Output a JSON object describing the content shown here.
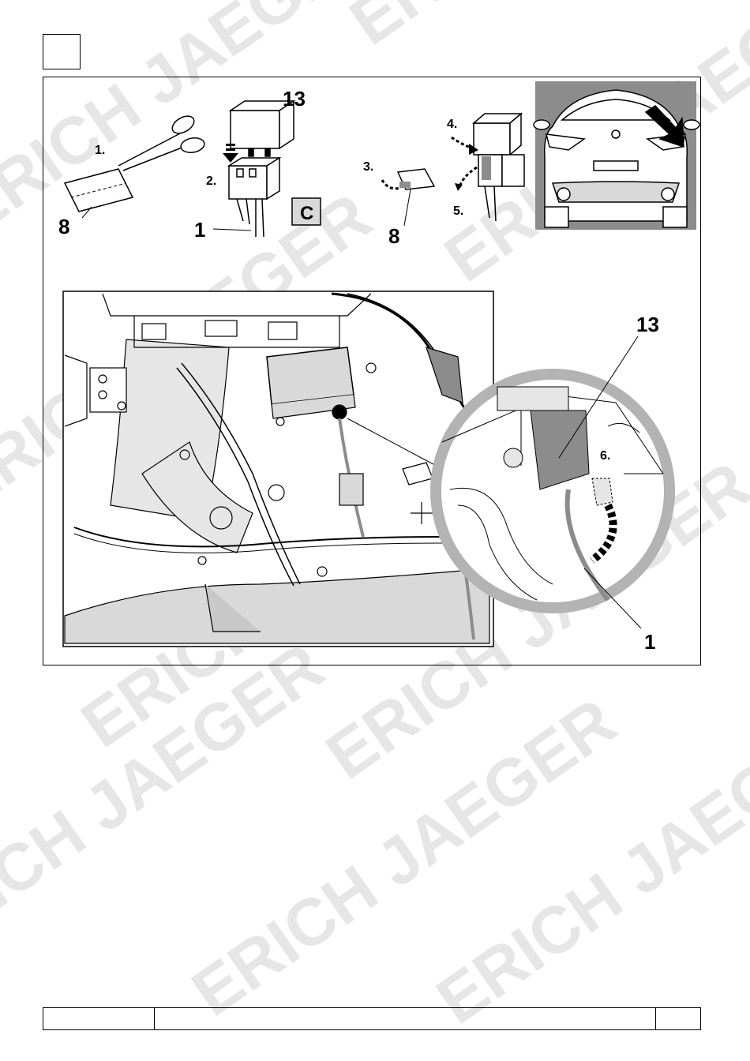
{
  "watermark": {
    "text": "ERICH JAEGER",
    "color": "#e4e4e4"
  },
  "step_box": {
    "label": ""
  },
  "top_panel": {
    "steps": {
      "s1": "1.",
      "s2": "2.",
      "s3": "3.",
      "s4": "4.",
      "s5": "5."
    },
    "part_labels": {
      "p8_left": "8",
      "p13_top": "13",
      "p1_top": "1",
      "pC": "C",
      "p8_mid": "8"
    }
  },
  "detail_panel": {
    "step6": "6.",
    "callouts": {
      "c13": "13",
      "c1": "1"
    }
  },
  "icons": {
    "scissors": "scissors-icon",
    "tape": "tape-icon",
    "relay": "relay-icon",
    "car_rear": "car-rear-icon",
    "cable": "cable-icon"
  },
  "colors": {
    "line": "#000000",
    "fill_grey": "#d9d9d9",
    "dark_grey": "#8c8c8c",
    "magnifier_ring": "#b3b3b3"
  },
  "footer": {
    "left": "",
    "middle": "",
    "right": ""
  }
}
